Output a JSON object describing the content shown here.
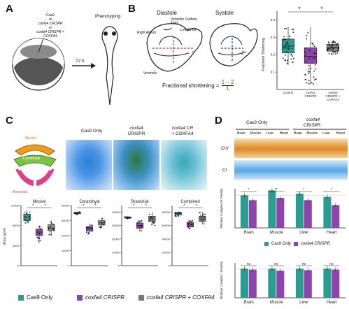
{
  "panels": {
    "a": "A",
    "b": "B",
    "c": "C",
    "d": "D"
  },
  "panel_a": {
    "inject_line1": "Cas9",
    "inject_line2": "or",
    "inject_line3": "coxfa4 CRISPR",
    "inject_line4": "or",
    "inject_line5": "coxfa4 CRISPR + COXFA4",
    "time_label": "72 h",
    "phenotyping": "Phenotyping"
  },
  "panel_b": {
    "diastole": "Diastole",
    "systole": "Systole",
    "labels": [
      "Right Atrium",
      "Ventricle Outflow Tract",
      "Left Atrium",
      "Ventricle"
    ],
    "formula_prefix": "Fractional shortening =",
    "formula_num": "1 – 2",
    "formula_den": "1",
    "mark1": "1",
    "mark2": "2",
    "sig1": "*",
    "sig2": "*"
  },
  "panel_c": {
    "diagram_labels": {
      "meckel": "Meckel",
      "ceratohyal": "Ceratohyal",
      "branchial": "Branchial"
    },
    "photo_labels": {
      "cas9": "Cas9 Only",
      "coxfa4": "coxfa4",
      "crispr": "CRISPR",
      "coxfa4cr": "coxfa4 CR",
      "plus": "+ COXFA4"
    },
    "y_label": "Area (μm²)",
    "legend": [
      "Cas9 Only",
      "coxfa4 CRISPR",
      "coxfa4 CRISPR + COXFA4"
    ]
  },
  "panel_d": {
    "group1": "Cas9 Only",
    "group2_a": "coxfa4",
    "group2_b": "CRISPR",
    "lanes": [
      "Brain",
      "Muscle",
      "Liver",
      "Heart",
      "Brain",
      "Muscle",
      "Liver",
      "Heart"
    ],
    "civ": "CIV",
    "ci": "CI",
    "legend": [
      "Cas9 Only",
      "coxfa4 CRISPR"
    ]
  },
  "colors": {
    "teal": "#2a9d8f",
    "purple": "#8e44ad",
    "gray": "#777777"
  },
  "chart_data": [
    {
      "type": "box",
      "panel": "B",
      "categories": [
        "Control",
        "coxfa4 CRISPR",
        "coxfa4 CRISPR + COXFA4"
      ],
      "ylabel": "Fractional Shortening",
      "ylim": [
        0,
        0.45
      ],
      "yticks": [
        0.1,
        0.2,
        0.3,
        0.4
      ],
      "boxes": [
        {
          "q1": 0.21,
          "median": 0.25,
          "q3": 0.29,
          "low": 0.14,
          "high": 0.36,
          "color": "teal"
        },
        {
          "q1": 0.15,
          "median": 0.19,
          "q3": 0.24,
          "low": 0.03,
          "high": 0.36,
          "color": "purple"
        },
        {
          "q1": 0.22,
          "median": 0.24,
          "q3": 0.26,
          "low": 0.2,
          "high": 0.28,
          "color": "gray"
        }
      ],
      "significance": [
        "*",
        "*"
      ]
    },
    {
      "type": "box",
      "panel": "C",
      "title": "Meckel",
      "ylabel": "Area (μm²)",
      "ylim": [
        0,
        12000
      ],
      "yticks": [
        0,
        4000,
        8000,
        12000
      ],
      "boxes": [
        {
          "q1": 9000,
          "median": 9700,
          "q3": 10300,
          "low": 8300,
          "high": 11000,
          "color": "teal"
        },
        {
          "q1": 6000,
          "median": 6700,
          "q3": 7300,
          "low": 4500,
          "high": 8000,
          "color": "purple"
        },
        {
          "q1": 7000,
          "median": 7500,
          "q3": 8200,
          "low": 6000,
          "high": 9000,
          "color": "gray"
        }
      ],
      "significance": [
        "*",
        "*"
      ]
    },
    {
      "type": "box",
      "panel": "C",
      "title": "Ceratohyal",
      "ylim": [
        0,
        40000
      ],
      "yticks": [
        0,
        10000,
        20000,
        30000,
        40000
      ],
      "boxes": [
        {
          "q1": 34500,
          "median": 35000,
          "q3": 35500,
          "low": 34000,
          "high": 36000,
          "color": "teal"
        },
        {
          "q1": 23000,
          "median": 25000,
          "q3": 26000,
          "low": 21000,
          "high": 28000,
          "color": "purple"
        },
        {
          "q1": 27000,
          "median": 28500,
          "q3": 30000,
          "low": 25000,
          "high": 32000,
          "color": "gray"
        }
      ],
      "significance": [
        "*",
        "*"
      ]
    },
    {
      "type": "box",
      "panel": "C",
      "title": "Branchial",
      "ylim": [
        0,
        45000
      ],
      "yticks": [
        0,
        10000,
        20000,
        30000,
        40000
      ],
      "boxes": [
        {
          "q1": 35500,
          "median": 36000,
          "q3": 36500,
          "low": 35000,
          "high": 37000,
          "color": "teal"
        },
        {
          "q1": 28000,
          "median": 30000,
          "q3": 32000,
          "low": 26000,
          "high": 34000,
          "color": "purple"
        },
        {
          "q1": 33000,
          "median": 35000,
          "q3": 37000,
          "low": 30000,
          "high": 40000,
          "color": "gray"
        }
      ],
      "significance": [
        "*",
        "*"
      ]
    },
    {
      "type": "box",
      "panel": "C",
      "title": "Combined",
      "ylim": [
        0,
        90000
      ],
      "yticks": [
        0,
        20000,
        40000,
        60000,
        80000
      ],
      "boxes": [
        {
          "q1": 76000,
          "median": 78000,
          "q3": 80000,
          "low": 74000,
          "high": 82000,
          "color": "teal"
        },
        {
          "q1": 58000,
          "median": 62000,
          "q3": 65000,
          "low": 54000,
          "high": 68000,
          "color": "purple"
        },
        {
          "q1": 66000,
          "median": 70000,
          "q3": 74000,
          "low": 62000,
          "high": 80000,
          "color": "gray"
        }
      ],
      "significance": [
        "*",
        "*"
      ]
    },
    {
      "type": "bar",
      "panel": "D",
      "ylabel": "Relative Complex IV Density",
      "categories": [
        "Brain",
        "Muscle",
        "Liver",
        "Heart"
      ],
      "ylim": [
        0,
        1.2
      ],
      "series": [
        {
          "name": "Cas9 Only",
          "values": [
            1.0,
            1.15,
            1.05,
            0.95
          ],
          "color": "teal"
        },
        {
          "name": "coxfa4 CRISPR",
          "values": [
            0.85,
            0.92,
            0.85,
            0.7
          ],
          "color": "purple"
        }
      ],
      "significance": [
        "*",
        "**",
        "*",
        "*"
      ]
    },
    {
      "type": "bar",
      "panel": "D",
      "ylabel": "Relative Complex I Density",
      "categories": [
        "Brain",
        "Muscle",
        "Liver",
        "Heart"
      ],
      "ylim": [
        0,
        1.2
      ],
      "series": [
        {
          "name": "Cas9 Only",
          "values": [
            1.0,
            1.0,
            1.0,
            1.0
          ],
          "color": "teal"
        },
        {
          "name": "coxfa4 CRISPR",
          "values": [
            0.97,
            0.93,
            0.95,
            0.97
          ],
          "color": "purple"
        }
      ],
      "significance": [
        "ns",
        "ns",
        "ns",
        "ns"
      ]
    }
  ]
}
